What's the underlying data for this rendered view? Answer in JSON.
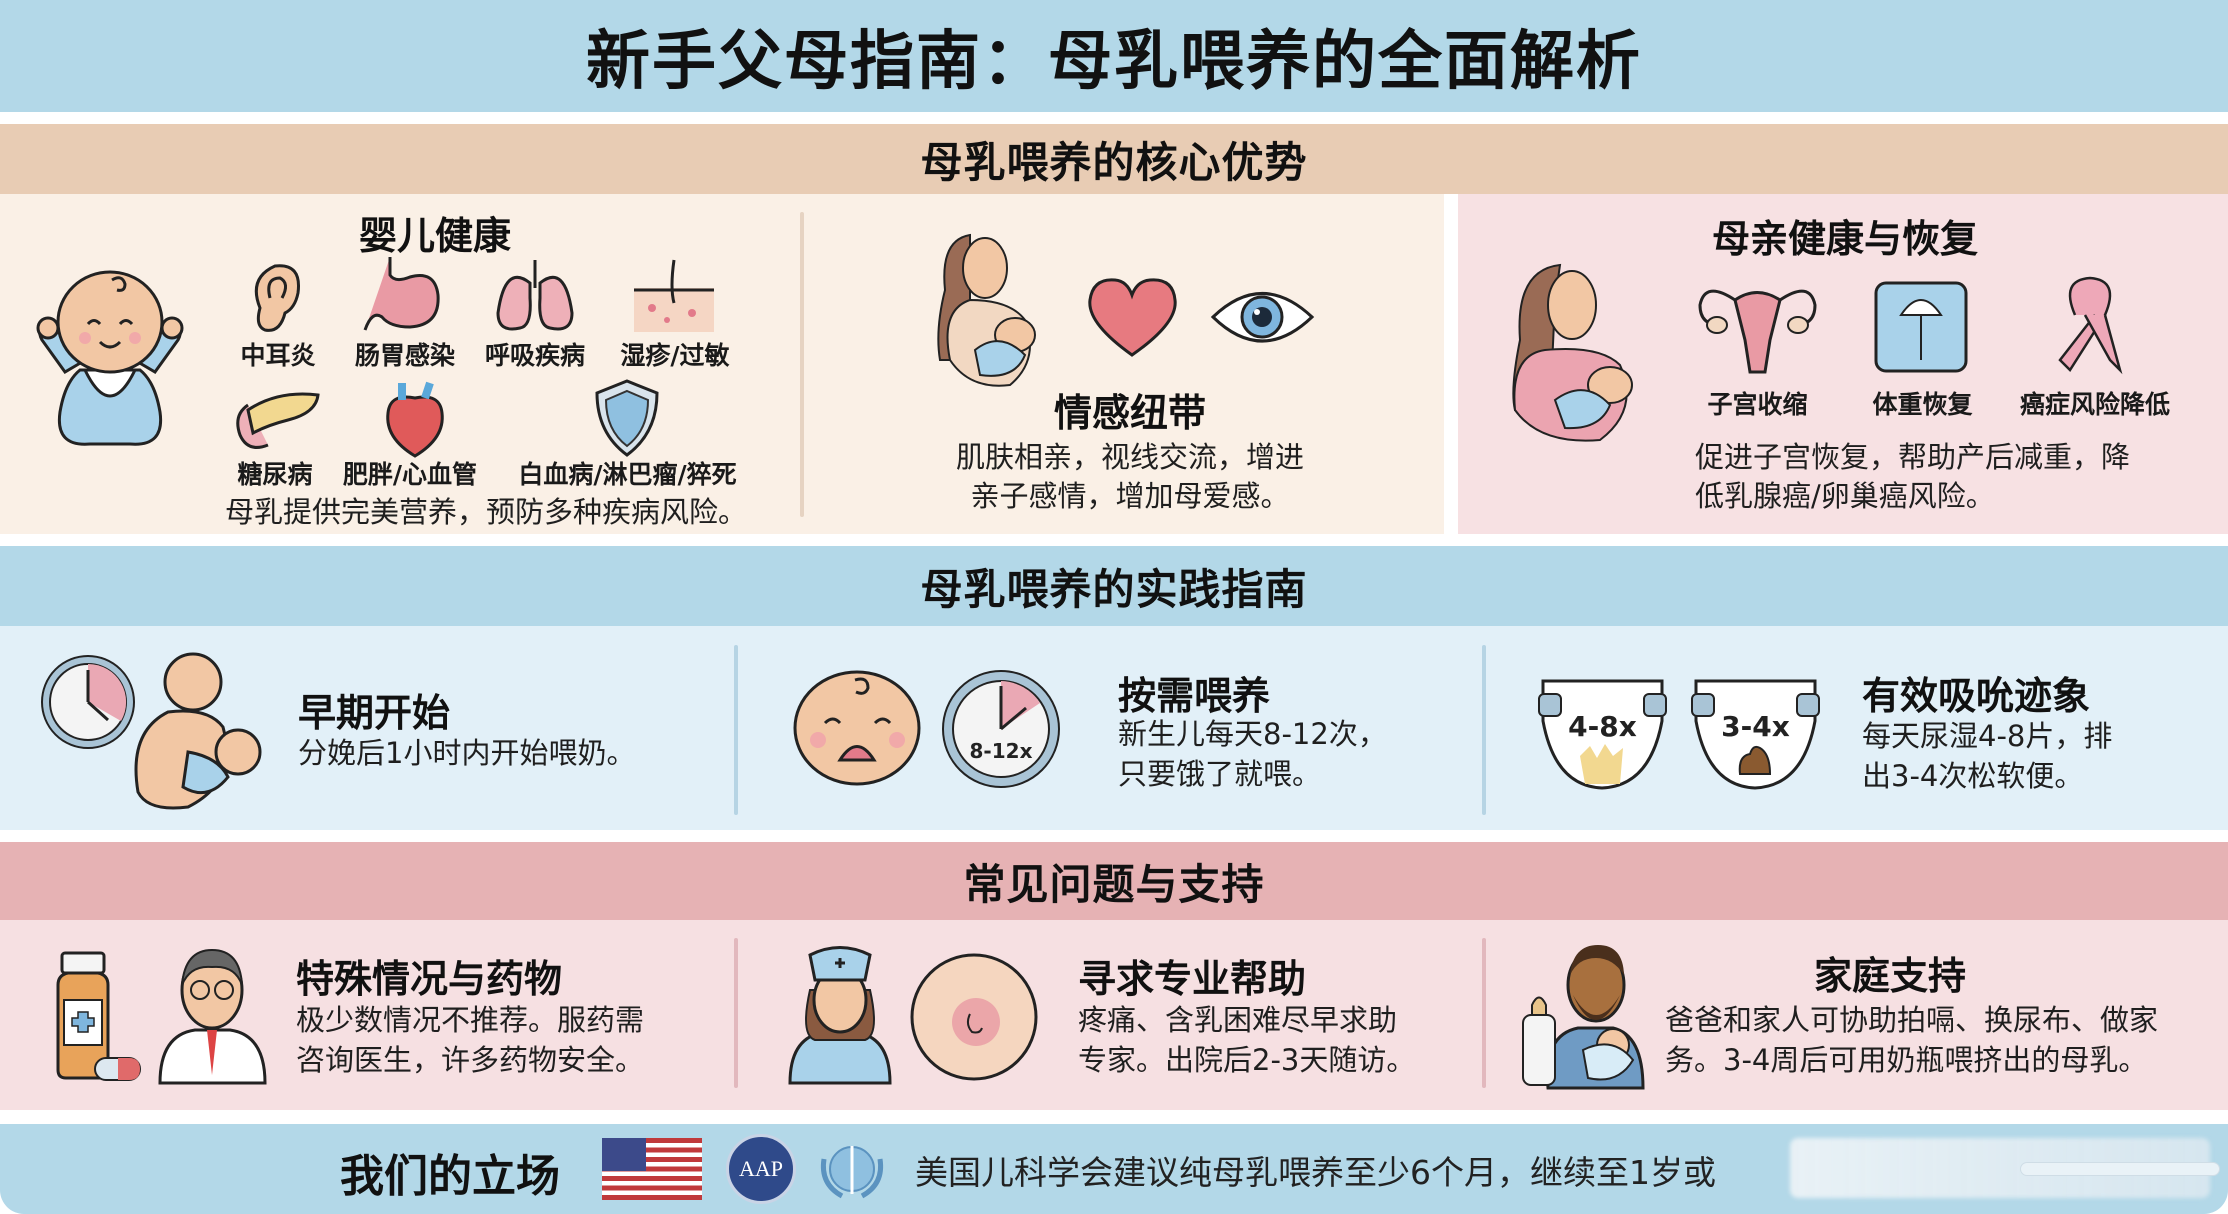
{
  "title": "新手父母指南：母乳喂养的全面解析",
  "sections": {
    "advantages": {
      "header": "母乳喂养的核心优势",
      "infant": {
        "title": "婴儿健康",
        "items": [
          {
            "label": "中耳炎",
            "icon": "ear-icon"
          },
          {
            "label": "肠胃感染",
            "icon": "stomach-icon"
          },
          {
            "label": "呼吸疾病",
            "icon": "lungs-icon"
          },
          {
            "label": "湿疹/过敏",
            "icon": "skin-icon"
          },
          {
            "label": "糖尿病",
            "icon": "pancreas-icon"
          },
          {
            "label": "肥胖/心血管",
            "icon": "heart-organ-icon"
          },
          {
            "label": "白血病/淋巴瘤/猝死",
            "icon": "shield-icon"
          }
        ],
        "desc": "母乳提供完美营养，预防多种疾病风险。"
      },
      "bond": {
        "title": "情感纽带",
        "desc_line1": "肌肤相亲，视线交流，增进",
        "desc_line2": "亲子感情，增加母爱感。"
      },
      "mother": {
        "title": "母亲健康与恢复",
        "items": [
          {
            "label": "子宫收缩",
            "icon": "uterus-icon"
          },
          {
            "label": "体重恢复",
            "icon": "scale-icon"
          },
          {
            "label": "癌症风险降低",
            "icon": "pink-ribbon-icon"
          }
        ],
        "desc_line1": "促进子宫恢复，帮助产后减重，降",
        "desc_line2": "低乳腺癌/卵巢癌风险。"
      }
    },
    "practice": {
      "header": "母乳喂养的实践指南",
      "items": [
        {
          "title": "早期开始",
          "desc_line1": "分娩后1小时内开始喂奶。",
          "desc_line2": ""
        },
        {
          "title": "按需喂养",
          "desc_line1": "新生儿每天8-12次，",
          "desc_line2": "只要饿了就喂。",
          "clock_label": "8-12x"
        },
        {
          "title": "有效吸吮迹象",
          "desc_line1": "每天尿湿4-8片，排",
          "desc_line2": "出3-4次松软便。",
          "diaper1": "4-8x",
          "diaper2": "3-4x"
        }
      ]
    },
    "support": {
      "header": "常见问题与支持",
      "items": [
        {
          "title": "特殊情况与药物",
          "desc_line1": "极少数情况不推荐。服药需",
          "desc_line2": "咨询医生，许多药物安全。"
        },
        {
          "title": "寻求专业帮助",
          "desc_line1": "疼痛、含乳困难尽早求助",
          "desc_line2": "专家。出院后2-3天随访。"
        },
        {
          "title": "家庭支持",
          "desc_line1": "爸爸和家人可协助拍嗝、换尿布、做家",
          "desc_line2": "务。3-4周后可用奶瓶喂挤出的母乳。"
        }
      ]
    }
  },
  "footer": {
    "stance_label": "我们的立场",
    "aap_label": "AAP",
    "message": "美国儿科学会建议纯母乳喂养至少6个月，继续至1岁或"
  },
  "colors": {
    "title_bg": "#b3d8e8",
    "advantages_header": "#e8ccb4",
    "practice_header": "#b3d8e8",
    "support_header": "#e6b2b4",
    "cream_panel": "#faf0e6",
    "pink_panel": "#f7e1e3",
    "blue_panel": "#e2f0f8"
  }
}
